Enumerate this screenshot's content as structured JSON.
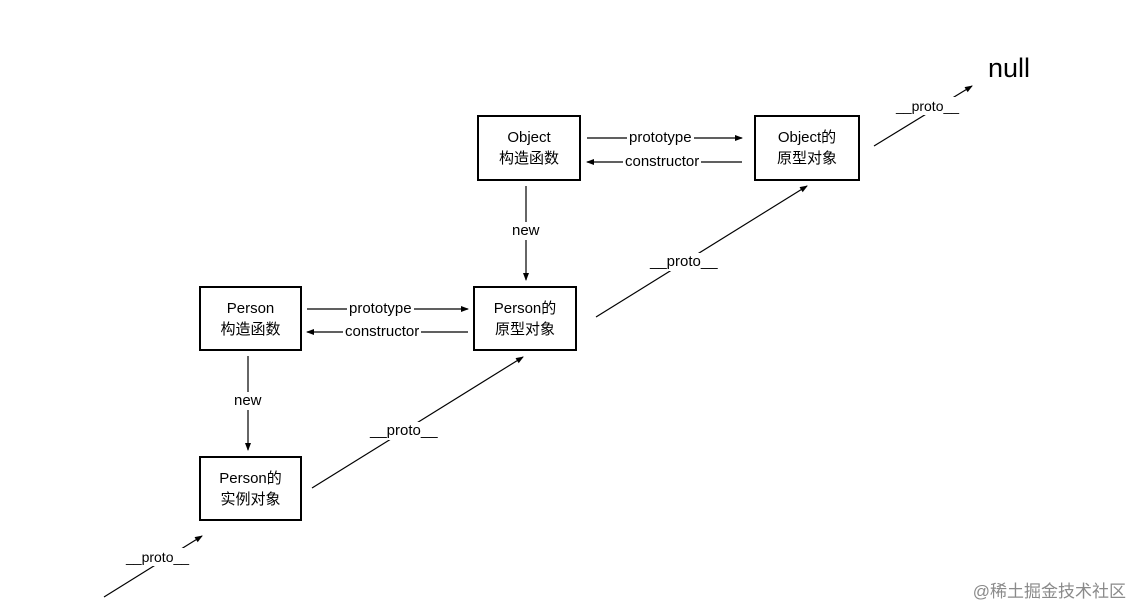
{
  "nodes": {
    "object_ctor": {
      "line1": "Object",
      "line2": "构造函数"
    },
    "object_proto": {
      "line1": "Object的",
      "line2": "原型对象"
    },
    "person_ctor": {
      "line1": "Person",
      "line2": "构造函数"
    },
    "person_proto": {
      "line1": "Person的",
      "line2": "原型对象"
    },
    "person_instance": {
      "line1": "Person的",
      "line2": "实例对象"
    }
  },
  "edge_labels": {
    "object_prototype": "prototype",
    "object_constructor": "constructor",
    "object_new": "new",
    "person_prototype": "prototype",
    "person_constructor": "constructor",
    "person_new": "new",
    "proto_object_to_null": "__proto__",
    "proto_person_to_object": "__proto__",
    "proto_instance_to_person": "__proto__",
    "proto_offscreen_to_instance": "__proto__"
  },
  "null_label": "null",
  "watermark": "@稀土掘金技术社区"
}
